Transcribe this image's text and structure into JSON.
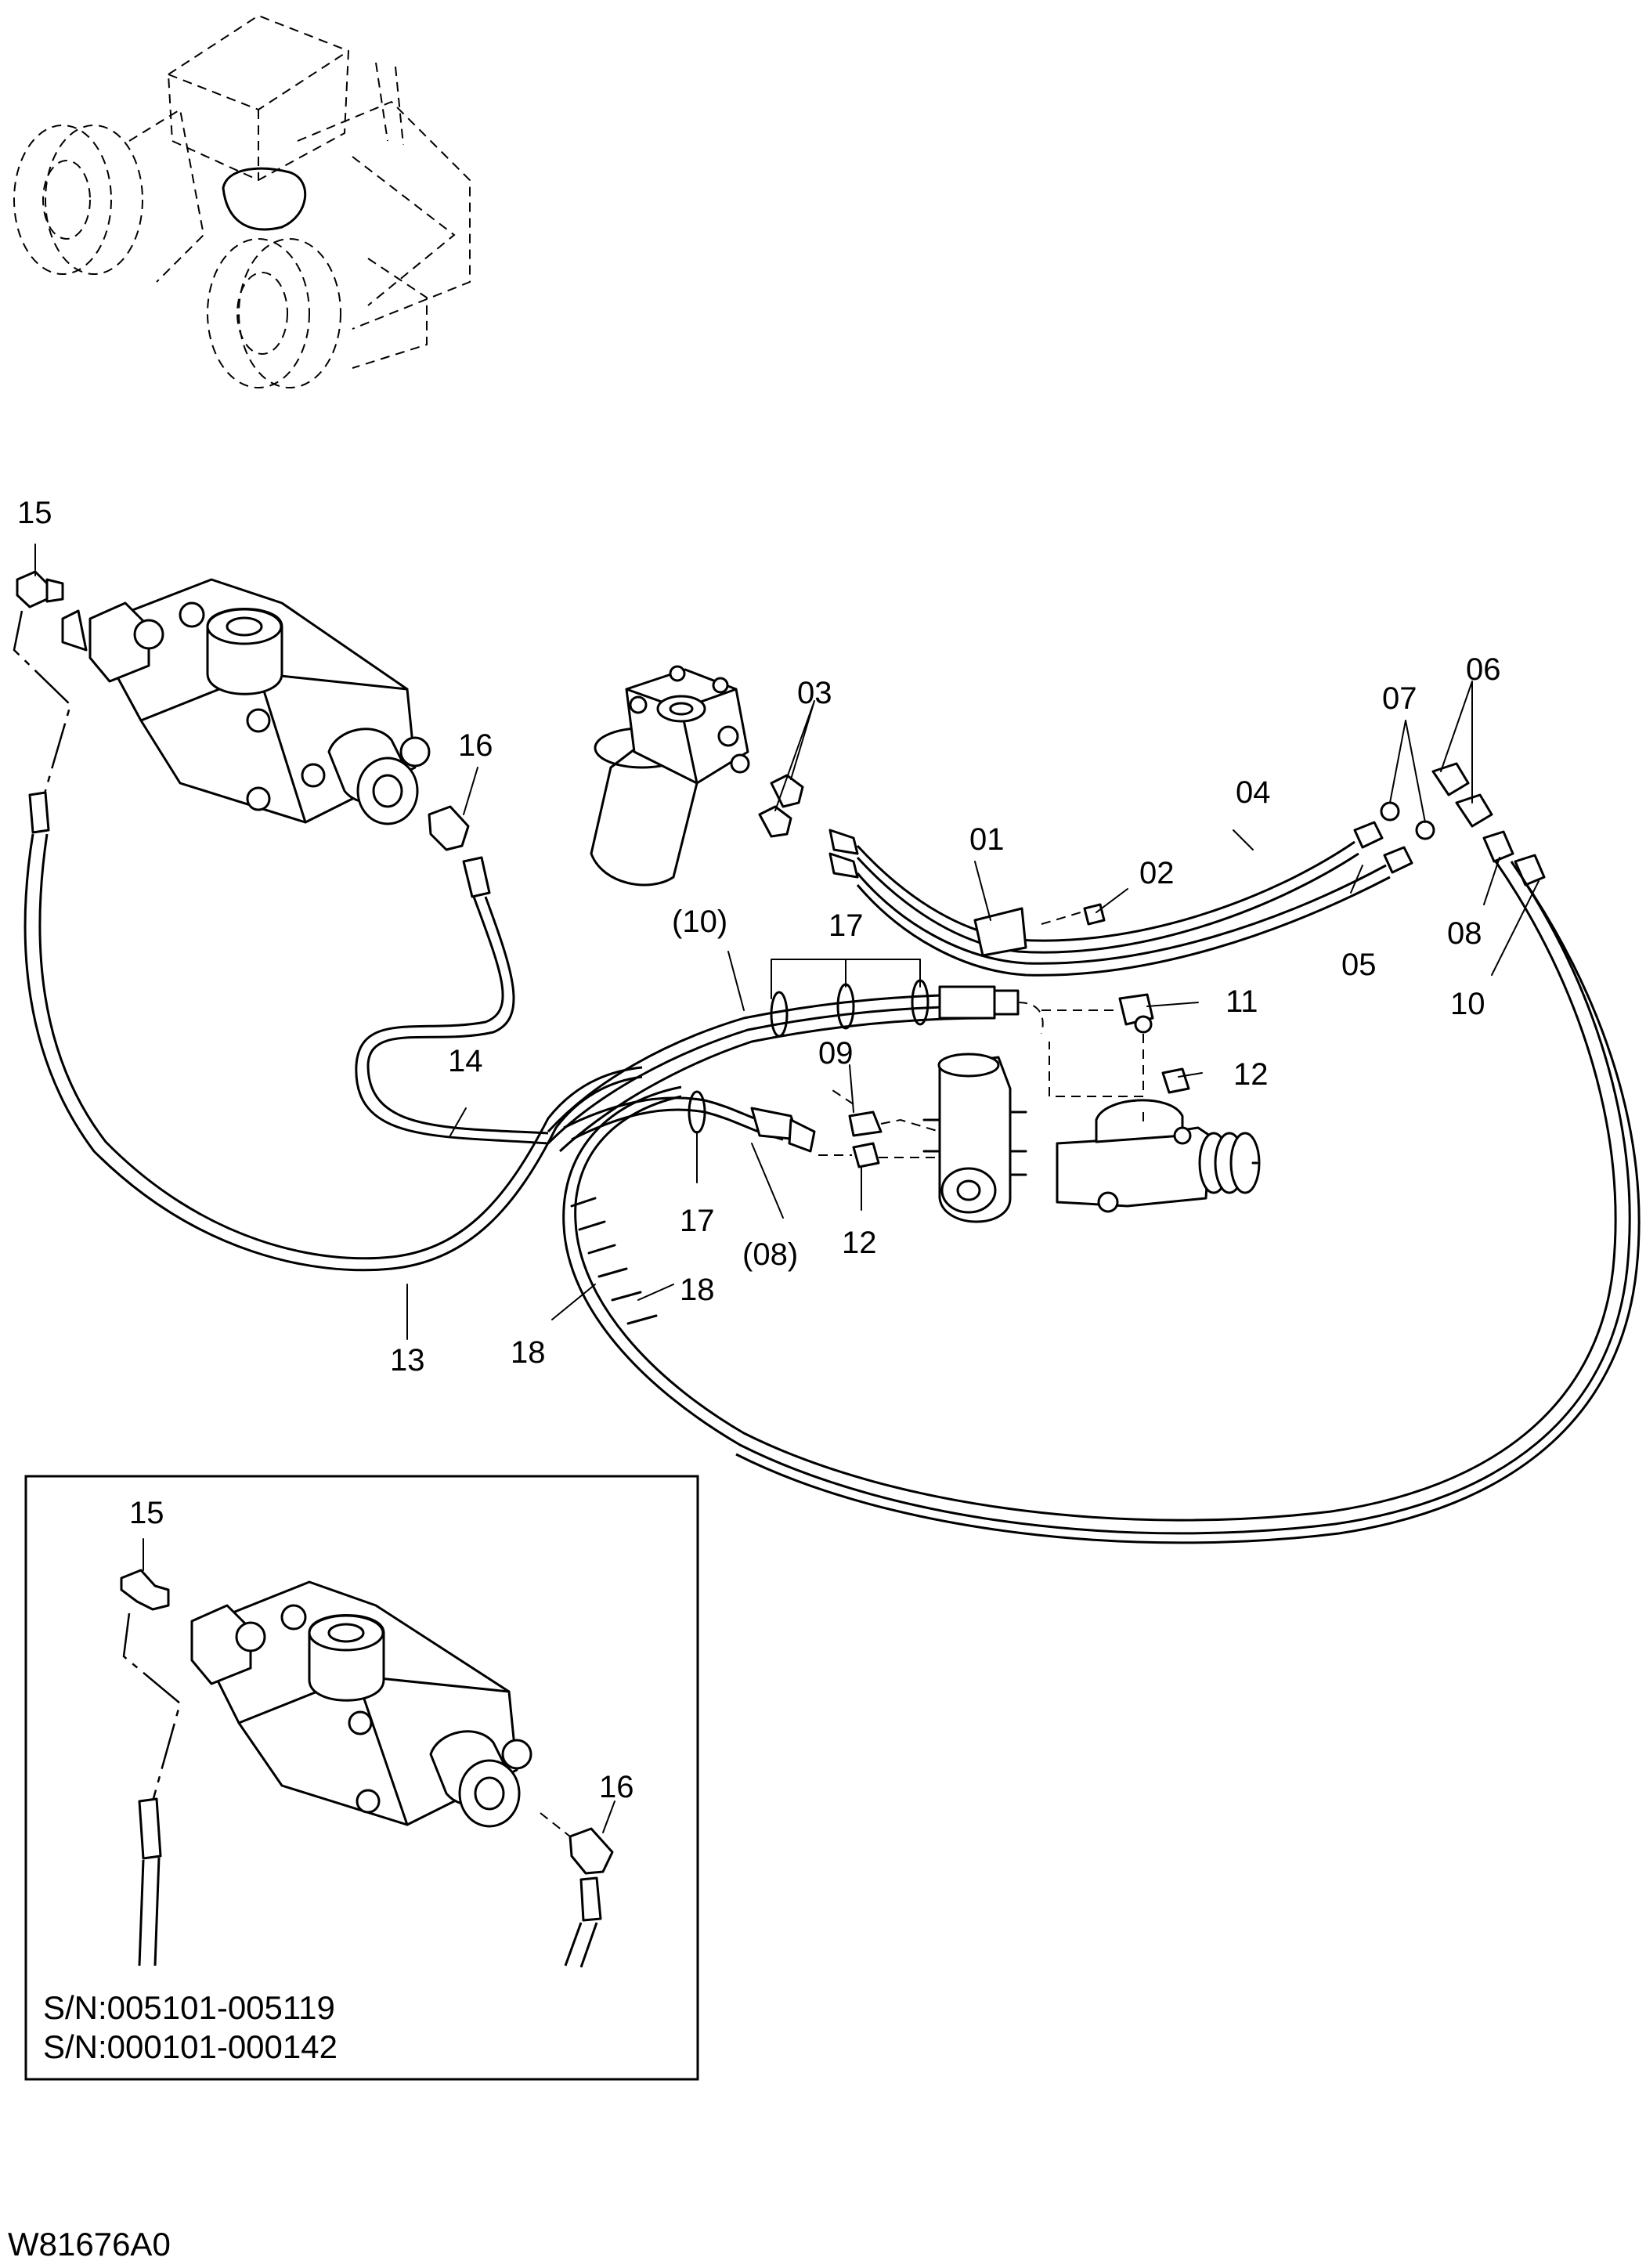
{
  "figure_code": "W81676A0",
  "serial_numbers": [
    "S/N:005101-005119",
    "S/N:000101-000142"
  ],
  "callouts": {
    "c01": "01",
    "c02": "02",
    "c03": "03",
    "c04": "04",
    "c05": "05",
    "c06": "06",
    "c07": "07",
    "c08": "08",
    "c09": "09",
    "c10": "10",
    "c11": "11",
    "c12a": "12",
    "c12b": "12",
    "c13": "13",
    "c14": "14",
    "c15": "15",
    "c16": "16",
    "c17a": "17",
    "c17b": "17",
    "c18a": "18",
    "c18b": "18",
    "c10p": "(10)",
    "c08p": "(08)",
    "i15": "15",
    "i16": "16"
  },
  "icons": [
    "loader-overview-icon",
    "control-valve-icon",
    "steering-unit-icon",
    "brake-valve-icon",
    "elbow-fitting-icon"
  ]
}
